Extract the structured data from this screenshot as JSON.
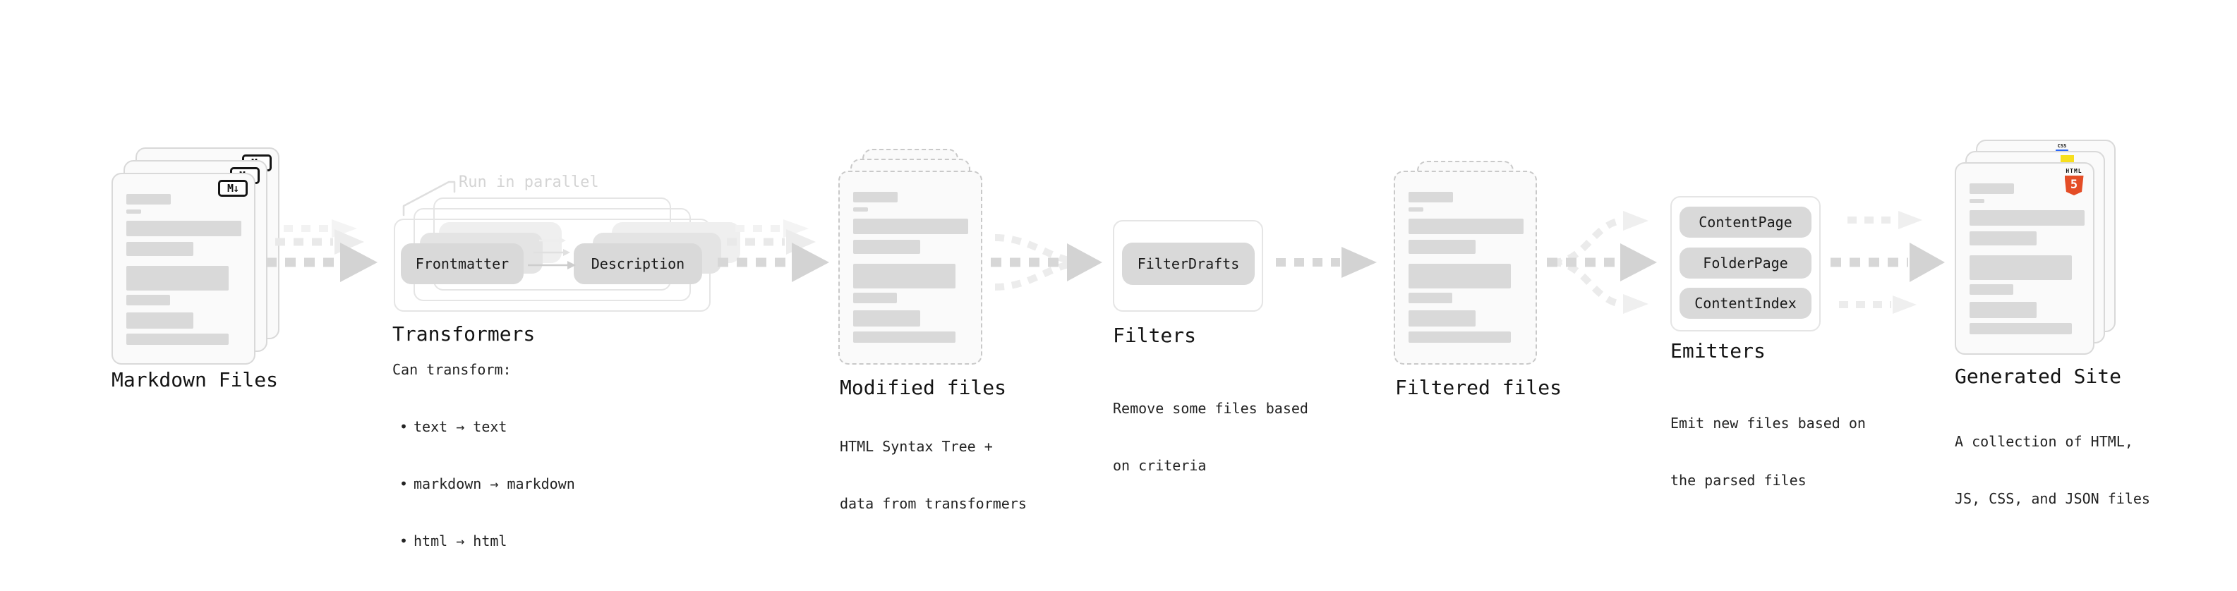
{
  "diagram": {
    "stages": {
      "markdown": {
        "title": "Markdown Files",
        "icon_label": "M↓"
      },
      "transformers": {
        "callout": "Run in parallel",
        "input_pill": "Frontmatter",
        "output_pill": "Description",
        "title": "Transformers",
        "desc_heading": "Can transform:",
        "bullet": "•",
        "bullets": [
          "text → text",
          "markdown → markdown",
          "html → html"
        ]
      },
      "modified": {
        "title": "Modified files",
        "desc": [
          "HTML Syntax Tree +",
          "data from transformers"
        ]
      },
      "filters": {
        "pill": "FilterDrafts",
        "title": "Filters",
        "desc": [
          "Remove some files based",
          "on criteria"
        ]
      },
      "filtered": {
        "title": "Filtered files"
      },
      "emitters": {
        "pills": [
          "ContentPage",
          "FolderPage",
          "ContentIndex"
        ],
        "title": "Emitters",
        "desc": [
          "Emit new files based on",
          "the parsed files"
        ]
      },
      "generated": {
        "title": "Generated Site",
        "desc": [
          "A collection of HTML,",
          "JS, CSS, and JSON files"
        ],
        "icons": {
          "html": {
            "word": "HTML",
            "number": "5"
          },
          "css": {
            "word": "CSS"
          }
        }
      }
    },
    "colors": {
      "html5_orange": "#e44d26",
      "js_yellow": "#f7df1e",
      "css_blue": "#2b66f6",
      "pill_gray": "#d9d9d9",
      "arrow_gray": "#d5d5d5"
    }
  }
}
